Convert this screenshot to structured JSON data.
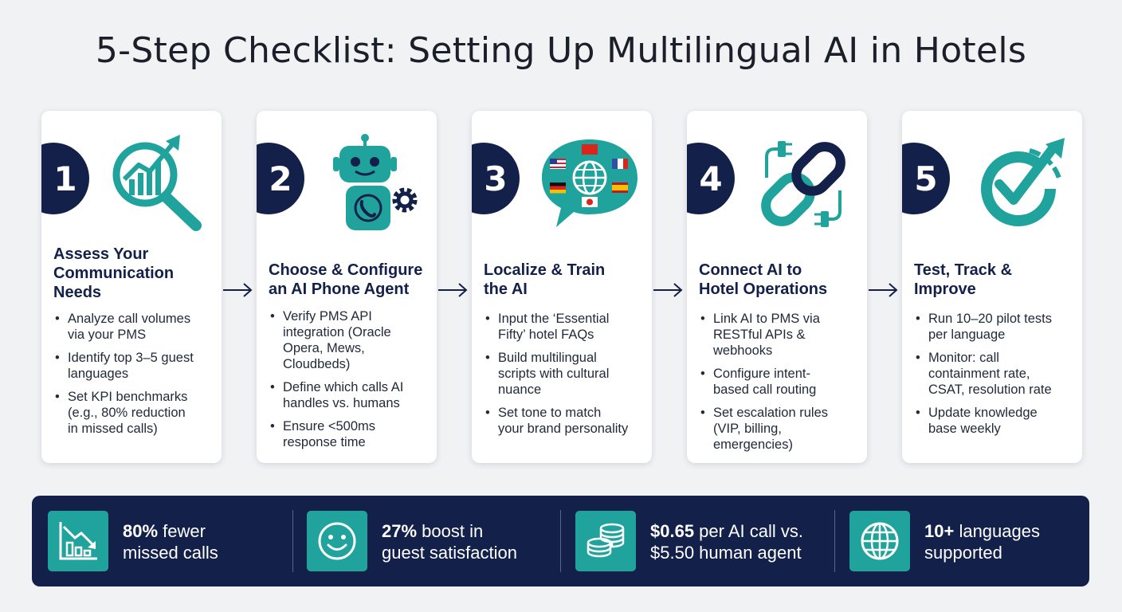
{
  "title": "5-Step Checklist: Setting Up Multilingual AI in Hotels",
  "steps": [
    {
      "number": "1",
      "title_lines": [
        "Assess Your",
        "Communication",
        "Needs"
      ],
      "bullets": [
        [
          "Analyze call volumes",
          "via your PMS"
        ],
        [
          "Identify top 3–5 guest",
          "languages"
        ],
        [
          "Set KPI benchmarks",
          "(e.g., 80% reduction",
          "in missed calls)"
        ]
      ]
    },
    {
      "number": "2",
      "title_lines": [
        "Choose & Configure",
        "an AI Phone Agent"
      ],
      "bullets": [
        [
          "Verify PMS API",
          "integration (Oracle",
          "Opera, Mews,",
          "Cloudbeds)"
        ],
        [
          "Define which calls AI",
          "handles vs. humans"
        ],
        [
          "Ensure <500ms",
          "response time"
        ]
      ]
    },
    {
      "number": "3",
      "title_lines": [
        "Localize & Train",
        "the AI"
      ],
      "bullets": [
        [
          "Input the ‘Essential",
          "Fifty’ hotel FAQs"
        ],
        [
          "Build multilingual",
          "scripts with cultural",
          "nuance"
        ],
        [
          "Set tone to match",
          "your brand personality"
        ]
      ]
    },
    {
      "number": "4",
      "title_lines": [
        "Connect AI to",
        "Hotel Operations"
      ],
      "bullets": [
        [
          "Link AI to PMS via",
          "RESTful APIs &",
          "webhooks"
        ],
        [
          "Configure intent-",
          "based call routing"
        ],
        [
          "Set escalation rules",
          "(VIP, billing,",
          "emergencies)"
        ]
      ]
    },
    {
      "number": "5",
      "title_lines": [
        "Test, Track &",
        "Improve"
      ],
      "bullets": [
        [
          "Run 10–20 pilot tests",
          "per language"
        ],
        [
          "Monitor: call",
          "containment rate,",
          "CSAT, resolution rate"
        ],
        [
          "Update knowledge",
          "base weekly"
        ]
      ]
    }
  ],
  "stats": [
    {
      "icon": "chart-down-icon",
      "highlight": "80%",
      "rest_line1": " fewer",
      "line2": "missed calls"
    },
    {
      "icon": "smiley-icon",
      "highlight": "27%",
      "rest_line1": " boost in",
      "line2": "guest satisfaction"
    },
    {
      "icon": "coins-icon",
      "highlight": "$0.65",
      "rest_line1": " per AI call vs.",
      "line2": "$5.50 human agent"
    },
    {
      "icon": "globe-icon",
      "highlight": "10+",
      "rest_line1": " languages",
      "line2": "supported"
    }
  ],
  "colors": {
    "navy": "#13214a",
    "teal": "#1fa39c",
    "background": "#f1f2f4",
    "card": "#ffffff"
  }
}
